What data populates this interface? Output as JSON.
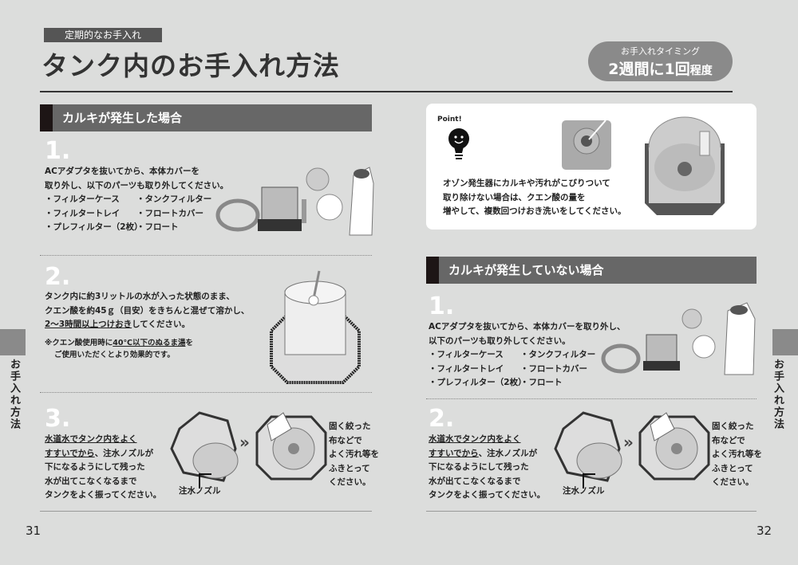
{
  "header": {
    "tag": "定期的なお手入れ",
    "title": "タンク内のお手入れ方法",
    "timing_label": "お手入れタイミング",
    "timing_main": "2週間に1回",
    "timing_suffix": "程度"
  },
  "left": {
    "section_title": "カルキが発生した場合",
    "step1": {
      "num": "1.",
      "line1": "ACアダプタを抜いてから、本体カバーを",
      "line2": "取り外し、以下のパーツも取り外してください。",
      "parts": [
        "・フィルターケース",
        "・タンクフィルター",
        "・フィルタートレイ",
        "・フロートカバー",
        "・プレフィルター（2枚）",
        "・フロート"
      ]
    },
    "step2": {
      "num": "2.",
      "line1": "タンク内に約3リットルの水が入った状態のまま、",
      "line2": "クエン酸を約45ｇ（目安）をきちんと混ぜて溶かし、",
      "line3": "2〜3時間以上つけおき",
      "line3b": "してください。",
      "note1a": "※クエン酸使用時に",
      "note1b": "40℃以下のぬるま湯",
      "note1c": "を",
      "note2": "ご使用いただくとより効果的です。"
    },
    "step3": {
      "num": "3.",
      "l1": "水道水でタンク内をよく",
      "l2a": "すすいでから",
      "l2b": "、注水ノズルが",
      "l3": "下になるようにして残った",
      "l4": "水が出てこなくなるまで",
      "l5": "タンクをよく振ってください。",
      "nozzle": "注水ノズル",
      "wipe": [
        "固く絞った",
        "布などで",
        "よく汚れ等を",
        "ふきとって",
        "ください。"
      ]
    },
    "page": "31",
    "side_tab": "お手入れ方法"
  },
  "right": {
    "point": {
      "badge": "Point!",
      "line1": "オゾン発生器にカルキや汚れがこびりついて",
      "line2": "取り除けない場合は、クエン酸の量を",
      "line3": "増やして、複数回つけおき洗いをしてください。"
    },
    "section_title": "カルキが発生していない場合",
    "step1": {
      "num": "1.",
      "line1": "ACアダプタを抜いてから、本体カバーを取り外し、",
      "line2": "以下のパーツも取り外してください。",
      "parts": [
        "・フィルターケース",
        "・タンクフィルター",
        "・フィルタートレイ",
        "・フロートカバー",
        "・プレフィルター（2枚）",
        "・フロート"
      ]
    },
    "step2": {
      "num": "2.",
      "l1": "水道水でタンク内をよく",
      "l2a": "すすいでから",
      "l2b": "、注水ノズルが",
      "l3": "下になるようにして残った",
      "l4": "水が出てこなくなるまで",
      "l5": "タンクをよく振ってください。",
      "nozzle": "注水ノズル",
      "wipe": [
        "固く絞った",
        "布などで",
        "よく汚れ等を",
        "ふきとって",
        "ください。"
      ]
    },
    "page": "32",
    "side_tab": "お手入れ方法"
  }
}
